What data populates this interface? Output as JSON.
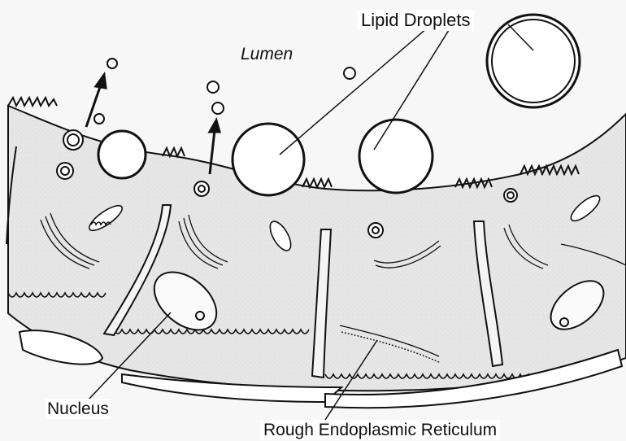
{
  "labels": {
    "lipid_droplets": "Lipid Droplets",
    "lumen": "Lumen",
    "nucleus": "Nucleus",
    "rough_er": "Rough Endoplasmic Reticulum"
  },
  "colors": {
    "background": "#ffffff",
    "tissue_fill": "#e9e9e9",
    "line": "#111111"
  }
}
